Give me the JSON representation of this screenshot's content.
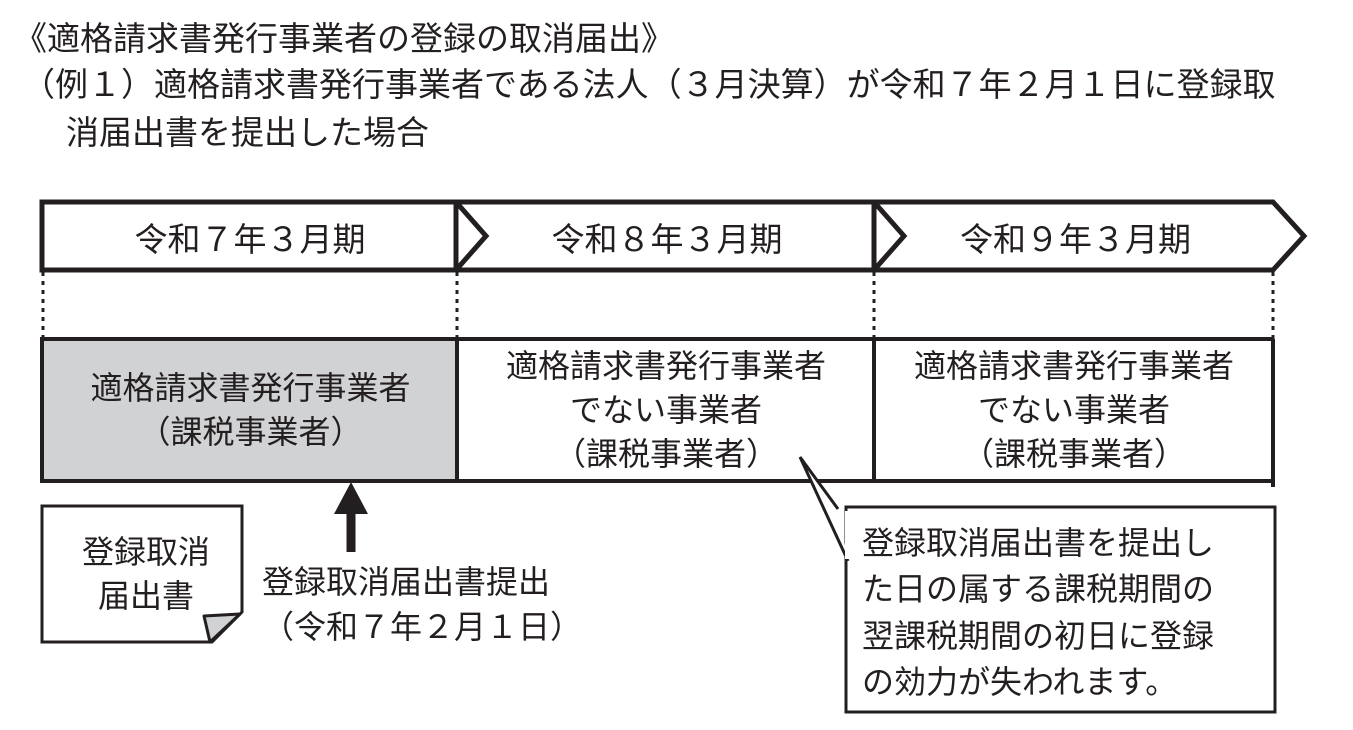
{
  "title": "《適格請求書発行事業者の登録の取消届出》",
  "example": {
    "line1": "（例１）適格請求書発行事業者である法人（３月決算）が令和７年２月１日に登録取",
    "line2": "消届出書を提出した場合"
  },
  "periods": [
    {
      "label": "令和７年３月期"
    },
    {
      "label": "令和８年３月期"
    },
    {
      "label": "令和９年３月期"
    }
  ],
  "statuses": [
    {
      "lines": [
        "適格請求書発行事業者",
        "（課税事業者）"
      ],
      "highlighted": true
    },
    {
      "lines": [
        "適格請求書発行事業者",
        "でない事業者",
        "（課税事業者）"
      ],
      "highlighted": false
    },
    {
      "lines": [
        "適格請求書発行事業者",
        "でない事業者",
        "（課税事業者）"
      ],
      "highlighted": false
    }
  ],
  "document": {
    "lines": [
      "登録取消",
      "届出書"
    ]
  },
  "submission": {
    "lines": [
      "登録取消届出書提出",
      "（令和７年２月１日）"
    ]
  },
  "callout": {
    "lines": [
      "登録取消届出書を提出し",
      "た日の属する課税期間の",
      "翌課税期間の初日に登録",
      "の効力が失われます。"
    ]
  },
  "colors": {
    "line": "#231f20",
    "highlight": "#d1d2d4",
    "background": "#ffffff"
  }
}
